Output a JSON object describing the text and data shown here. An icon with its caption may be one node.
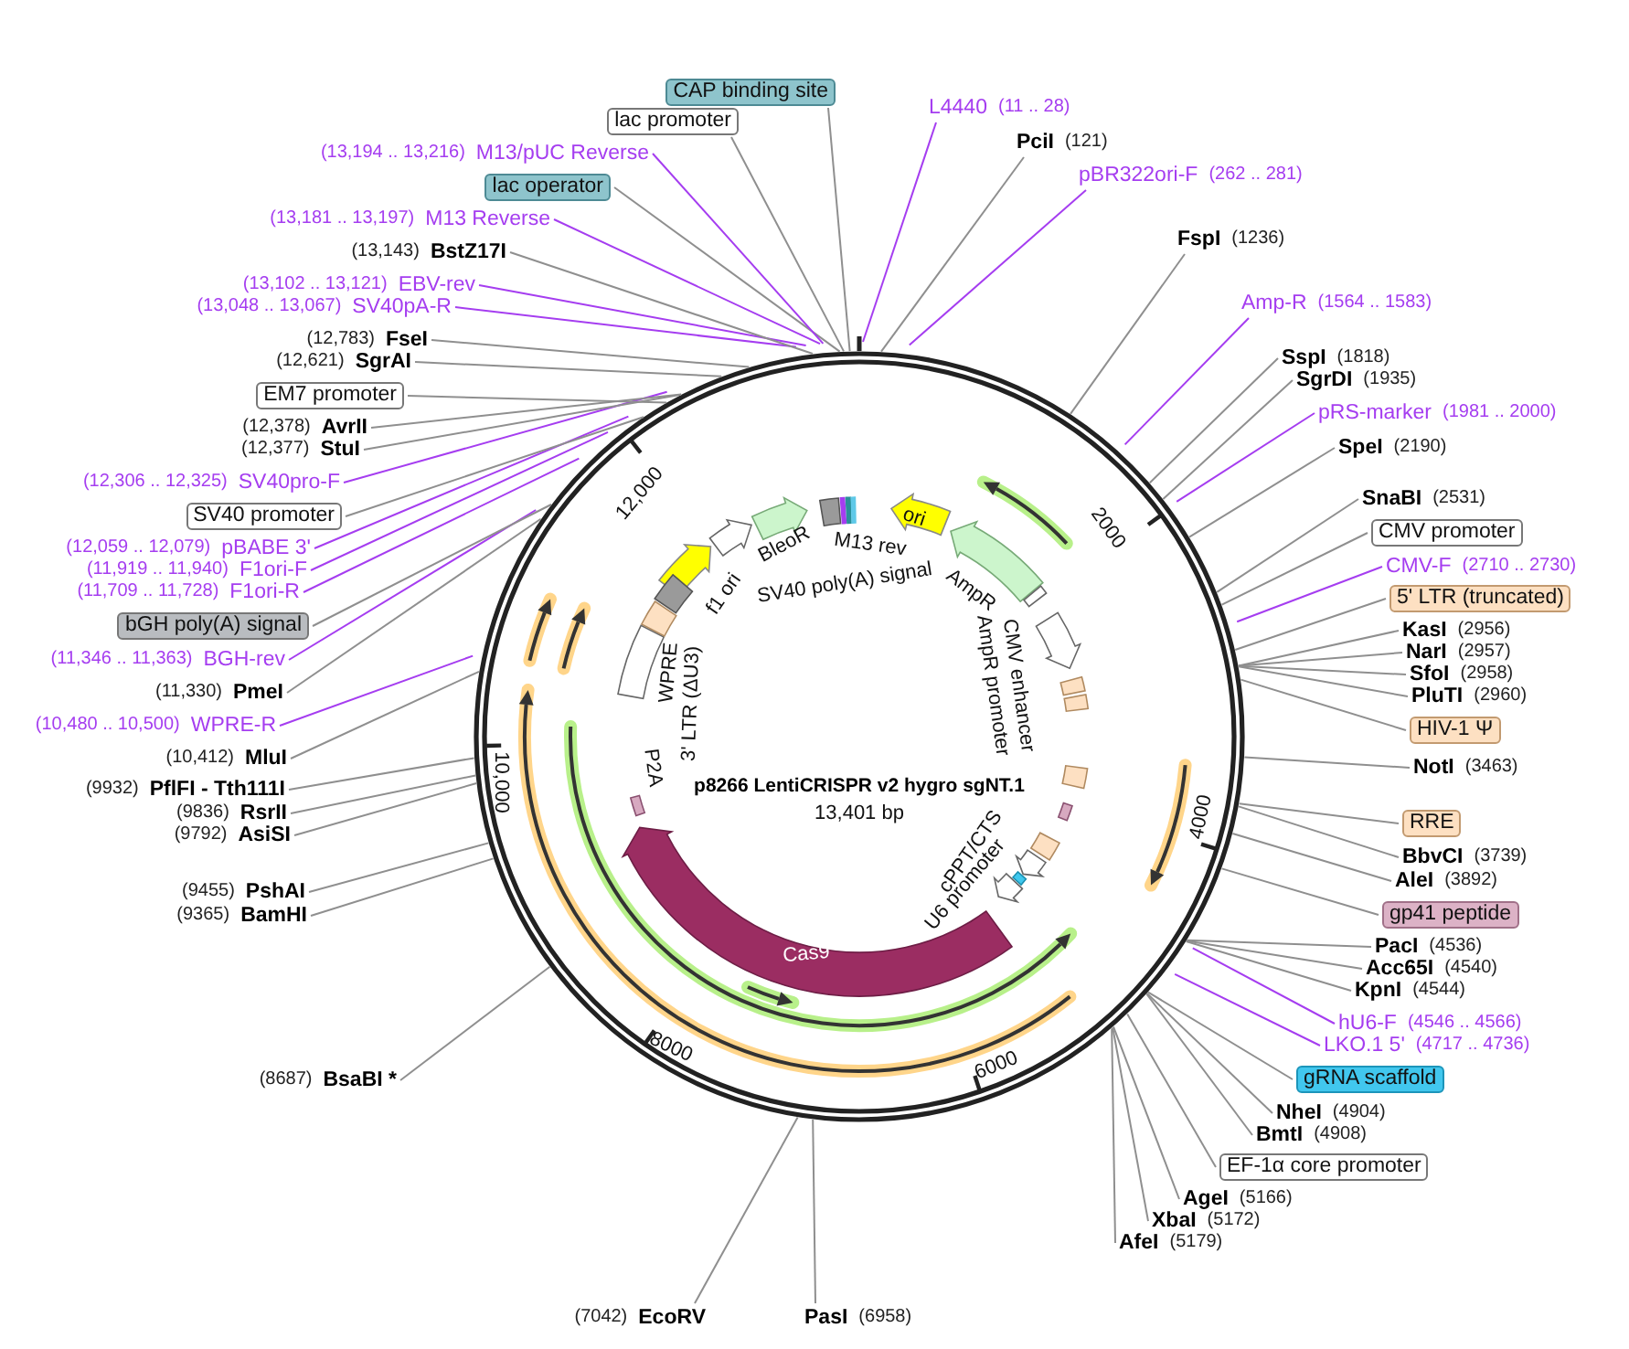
{
  "diagram": {
    "title": "p8266 LentiCRISPR v2 hygro sgNT.1",
    "nodes": [
      {
        "text": [
          "L4440",
          "(11 .. 28)"
        ]
      },
      {
        "text": [
          "PciI",
          "(121)"
        ]
      },
      {
        "text": [
          "pBR322ori-F",
          "(262 .. 281)"
        ]
      },
      {
        "text": [
          "FspI",
          "(1236)"
        ]
      },
      {
        "text": [
          "Amp-R",
          "(1564 .. 1583)"
        ]
      },
      {
        "text": [
          "SspI",
          "(1818)"
        ]
      },
      {
        "text": [
          "SgrDI",
          "(1935)"
        ]
      },
      {
        "text": [
          "pRS-marker",
          "(1981 .. 2000)"
        ]
      },
      {
        "text": [
          "SpeI",
          "(2190)"
        ]
      },
      {
        "text": [
          "SnaBI",
          "(2531)"
        ]
      },
      {
        "text": [
          "CMV promoter"
        ]
      },
      {
        "text": [
          "CMV-F",
          "(2710 .. 2730)"
        ]
      },
      {
        "text": [
          "5' LTR (truncated)"
        ]
      },
      {
        "text": [
          "KasI",
          "(2956)"
        ]
      },
      {
        "text": [
          "NarI",
          "(2957)"
        ]
      },
      {
        "text": [
          "SfoI",
          "(2958)"
        ]
      },
      {
        "text": [
          "PluTI",
          "(2960)"
        ]
      },
      {
        "text": [
          "HIV-1 Ψ"
        ]
      },
      {
        "text": [
          "NotI",
          "(3463)"
        ]
      },
      {
        "text": [
          "RRE"
        ]
      },
      {
        "text": [
          "BbvCI",
          "(3739)"
        ]
      },
      {
        "text": [
          "AleI",
          "(3892)"
        ]
      },
      {
        "text": [
          "gp41 peptide"
        ]
      },
      {
        "text": [
          "PacI",
          "(4536)"
        ]
      },
      {
        "text": [
          "Acc65I",
          "(4540)"
        ]
      },
      {
        "text": [
          "KpnI",
          "(4544)"
        ]
      },
      {
        "text": [
          "hU6-F",
          "(4546 .. 4566)"
        ]
      },
      {
        "text": [
          "LKO.1 5'",
          "(4717 .. 4736)"
        ]
      },
      {
        "text": [
          "gRNA scaffold"
        ]
      },
      {
        "text": [
          "NheI",
          "(4904)"
        ]
      },
      {
        "text": [
          "BmtI",
          "(4908)"
        ]
      },
      {
        "text": [
          "EF-1α core promoter"
        ]
      },
      {
        "text": [
          "AgeI",
          "(5166)"
        ]
      },
      {
        "text": [
          "XbaI",
          "(5172)"
        ]
      },
      {
        "text": [
          "AfeI",
          "(5179)"
        ]
      },
      {
        "text": [
          "PasI",
          "(6958)"
        ]
      },
      {
        "text": [
          "(7042)",
          "EcoRV"
        ]
      },
      {
        "text": [
          "(8687)",
          "BsaBI *"
        ]
      },
      {
        "text": [
          "(9365)",
          "BamHI"
        ]
      },
      {
        "text": [
          "(9455)",
          "PshAI"
        ]
      },
      {
        "text": [
          "(9792)",
          "AsiSI"
        ]
      },
      {
        "text": [
          "(9836)",
          "RsrII"
        ]
      },
      {
        "text": [
          "(9932)",
          "PflFI - Tth111I"
        ]
      },
      {
        "text": [
          "(10,412)",
          "MluI"
        ]
      },
      {
        "text": [
          "(10,480 .. 10,500)",
          "WPRE-R"
        ]
      },
      {
        "text": [
          "(11,330)",
          "PmeI"
        ]
      },
      {
        "text": [
          "(11,346 .. 11,363)",
          "BGH-rev"
        ]
      },
      {
        "text": [
          "bGH poly(A) signal"
        ]
      },
      {
        "text": [
          "(11,709 .. 11,728)",
          "F1ori-R"
        ]
      },
      {
        "text": [
          "(11,919 .. 11,940)",
          "F1ori-F"
        ]
      },
      {
        "text": [
          "(12,059 .. 12,079)",
          "pBABE 3'"
        ]
      },
      {
        "text": [
          "SV40 promoter"
        ]
      },
      {
        "text": [
          "(12,306 .. 12,325)",
          "SV40pro-F"
        ]
      },
      {
        "text": [
          "(12,377)",
          "StuI"
        ]
      },
      {
        "text": [
          "(12,378)",
          "AvrII"
        ]
      },
      {
        "text": [
          "EM7 promoter"
        ]
      },
      {
        "text": [
          "(12,621)",
          "SgrAI"
        ]
      },
      {
        "text": [
          "(12,783)",
          "FseI"
        ]
      },
      {
        "text": [
          "(13,048 .. 13,067)",
          "SV40pA-R"
        ]
      },
      {
        "text": [
          "(13,102 .. 13,121)",
          "EBV-rev"
        ]
      },
      {
        "text": [
          "(13,143)",
          "BstZ17I"
        ]
      },
      {
        "text": [
          "(13,181 .. 13,197)",
          "M13 Reverse"
        ]
      },
      {
        "text": [
          "lac operator"
        ]
      },
      {
        "text": [
          "(13,194 .. 13,216)",
          "M13/pUC Reverse"
        ]
      },
      {
        "text": [
          "lac promoter"
        ]
      },
      {
        "text": [
          "CAP binding site"
        ]
      }
    ],
    "edges": [
      {
        "from": 0,
        "to": null,
        "arrow": "none",
        "color": "#a53df0"
      },
      {
        "from": 1,
        "to": null,
        "arrow": "none"
      },
      {
        "from": 2,
        "to": null,
        "arrow": "none",
        "color": "#a53df0"
      },
      {
        "from": 3,
        "to": null,
        "arrow": "none"
      },
      {
        "from": 4,
        "to": null,
        "arrow": "none",
        "color": "#a53df0"
      },
      {
        "from": 5,
        "to": null,
        "arrow": "none"
      },
      {
        "from": 6,
        "to": null,
        "arrow": "none"
      },
      {
        "from": 7,
        "to": null,
        "arrow": "none",
        "color": "#a53df0"
      },
      {
        "from": 8,
        "to": null,
        "arrow": "none"
      },
      {
        "from": 9,
        "to": null,
        "arrow": "none"
      },
      {
        "from": 10,
        "to": null,
        "arrow": "none"
      },
      {
        "from": 11,
        "to": null,
        "arrow": "none",
        "color": "#a53df0"
      },
      {
        "from": 12,
        "to": null,
        "arrow": "none"
      },
      {
        "from": 13,
        "to": null,
        "arrow": "none"
      },
      {
        "from": 14,
        "to": null,
        "arrow": "none"
      },
      {
        "from": 15,
        "to": null,
        "arrow": "none"
      },
      {
        "from": 16,
        "to": null,
        "arrow": "none"
      },
      {
        "from": 17,
        "to": null,
        "arrow": "none"
      },
      {
        "from": 18,
        "to": null,
        "arrow": "none"
      },
      {
        "from": 19,
        "to": null,
        "arrow": "none"
      },
      {
        "from": 20,
        "to": null,
        "arrow": "none"
      },
      {
        "from": 21,
        "to": null,
        "arrow": "none"
      },
      {
        "from": 22,
        "to": null,
        "arrow": "none"
      },
      {
        "from": 23,
        "to": null,
        "arrow": "none"
      },
      {
        "from": 24,
        "to": null,
        "arrow": "none"
      },
      {
        "from": 25,
        "to": null,
        "arrow": "none"
      },
      {
        "from": 26,
        "to": null,
        "arrow": "none",
        "color": "#a53df0"
      },
      {
        "from": 27,
        "to": null,
        "arrow": "none",
        "color": "#a53df0"
      },
      {
        "from": 28,
        "to": null,
        "arrow": "none"
      },
      {
        "from": 29,
        "to": null,
        "arrow": "none"
      },
      {
        "from": 30,
        "to": null,
        "arrow": "none"
      },
      {
        "from": 31,
        "to": null,
        "arrow": "none"
      },
      {
        "from": 32,
        "to": null,
        "arrow": "none"
      },
      {
        "from": 33,
        "to": null,
        "arrow": "none"
      },
      {
        "from": 34,
        "to": null,
        "arrow": "none"
      },
      {
        "from": 35,
        "to": null,
        "arrow": "none"
      },
      {
        "from": 36,
        "to": null,
        "arrow": "none"
      },
      {
        "from": 37,
        "to": null,
        "arrow": "none"
      },
      {
        "from": 38,
        "to": null,
        "arrow": "none"
      },
      {
        "from": 39,
        "to": null,
        "arrow": "none"
      },
      {
        "from": 40,
        "to": null,
        "arrow": "none"
      },
      {
        "from": 41,
        "to": null,
        "arrow": "none"
      },
      {
        "from": 42,
        "to": null,
        "arrow": "none"
      },
      {
        "from": 43,
        "to": null,
        "arrow": "none"
      },
      {
        "from": 44,
        "to": null,
        "arrow": "none",
        "color": "#a53df0"
      },
      {
        "from": 45,
        "to": null,
        "arrow": "none"
      },
      {
        "from": 46,
        "to": null,
        "arrow": "none",
        "color": "#a53df0"
      },
      {
        "from": 47,
        "to": null,
        "arrow": "none"
      },
      {
        "from": 48,
        "to": null,
        "arrow": "none",
        "color": "#a53df0"
      },
      {
        "from": 49,
        "to": null,
        "arrow": "none",
        "color": "#a53df0"
      },
      {
        "from": 50,
        "to": null,
        "arrow": "none",
        "color": "#a53df0"
      },
      {
        "from": 51,
        "to": null,
        "arrow": "none"
      },
      {
        "from": 52,
        "to": null,
        "arrow": "none",
        "color": "#a53df0"
      },
      {
        "from": 53,
        "to": null,
        "arrow": "none"
      },
      {
        "from": 54,
        "to": null,
        "arrow": "none"
      },
      {
        "from": 55,
        "to": null,
        "arrow": "none"
      },
      {
        "from": 56,
        "to": null,
        "arrow": "none"
      },
      {
        "from": 57,
        "to": null,
        "arrow": "none"
      },
      {
        "from": 58,
        "to": null,
        "arrow": "none",
        "color": "#a53df0"
      },
      {
        "from": 59,
        "to": null,
        "arrow": "none",
        "color": "#a53df0"
      },
      {
        "from": 60,
        "to": null,
        "arrow": "none"
      },
      {
        "from": 61,
        "to": null,
        "arrow": "none",
        "color": "#a53df0"
      },
      {
        "from": 62,
        "to": null,
        "arrow": "none"
      },
      {
        "from": 63,
        "to": null,
        "arrow": "none",
        "color": "#a53df0"
      },
      {
        "from": 64,
        "to": null,
        "arrow": "none"
      },
      {
        "from": 65,
        "to": null,
        "arrow": "none"
      }
    ],
    "labels": [
      "13,401 bp",
      "f1 ori",
      "BleoR",
      "SV40 poly(A) signal",
      "M13 rev",
      "ori",
      "AmpR",
      "CMV enhancer",
      "AmpR promoter",
      "cPPT/CTS",
      "U6 promoter",
      "Cas9",
      "WPRE",
      "3' LTR (ΔU3)",
      "P2A",
      "2000",
      "4000",
      "6000",
      "8000",
      "10,000",
      "12,000"
    ]
  }
}
